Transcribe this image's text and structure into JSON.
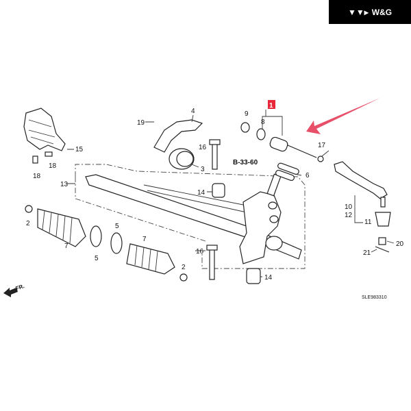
{
  "logo": {
    "text": "W&G",
    "background": "#000000"
  },
  "diagram": {
    "code": "SLE983310",
    "direction": "FR.",
    "reference": "B-33-60",
    "highlight": {
      "label": "1",
      "color": "#e8283a"
    },
    "arrow_color": "#e8506a",
    "callouts": [
      "19",
      "4",
      "9",
      "8",
      "17",
      "15",
      "16",
      "3",
      "18",
      "18",
      "6",
      "13",
      "14",
      "10",
      "12",
      "11",
      "2",
      "7",
      "5",
      "5",
      "7",
      "2",
      "16",
      "14",
      "20",
      "21"
    ]
  }
}
